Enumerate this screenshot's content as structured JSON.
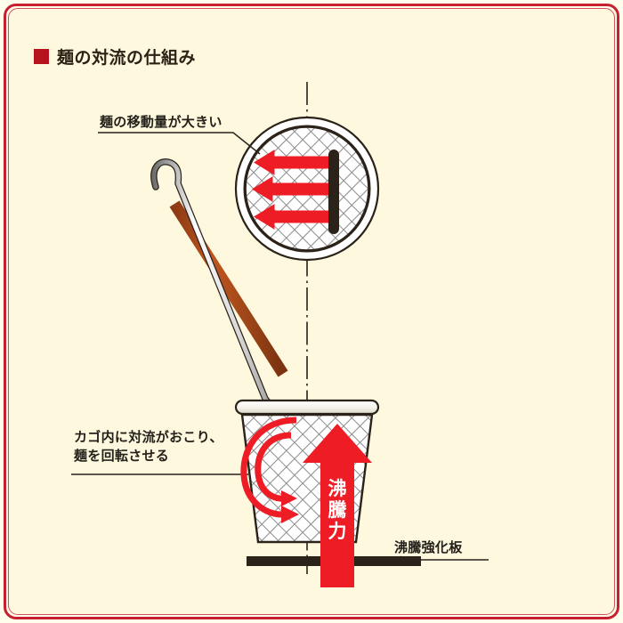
{
  "page": {
    "background_color": "#fdf8de",
    "outer_background_color": "#fffdec",
    "frame_color": "#c9202f"
  },
  "title": {
    "marker_color": "#b6131c",
    "text": "麺の対流の仕組み"
  },
  "labels": {
    "top_flow": "麺の移動量が大きい",
    "basket_convection_line1": "カゴ内に対流がおこり、",
    "basket_convection_line2": "麺を回転させる",
    "boiling_plate": "沸騰強化板"
  },
  "diagram": {
    "arrow_color": "#ee1c25",
    "mesh_color": "#8f8f8f",
    "outline_color": "#2b2219",
    "handle_grip_color": "#a8461c",
    "boiling_force_label": "沸騰力",
    "boiling_force_chars": [
      "沸",
      "騰",
      "力"
    ],
    "top_view": {
      "name": "circular-top-view",
      "arrow_count": 3,
      "arrow_direction": "left",
      "bar_name": "boiling-plate-top-view"
    },
    "basket": {
      "name": "noodle-basket-side-view",
      "swirl_arcs": 2,
      "swirl_direction": "clockwise"
    },
    "plates": {
      "count": 2,
      "color": "#2b2219"
    },
    "center_line_style": "dash-dot"
  }
}
